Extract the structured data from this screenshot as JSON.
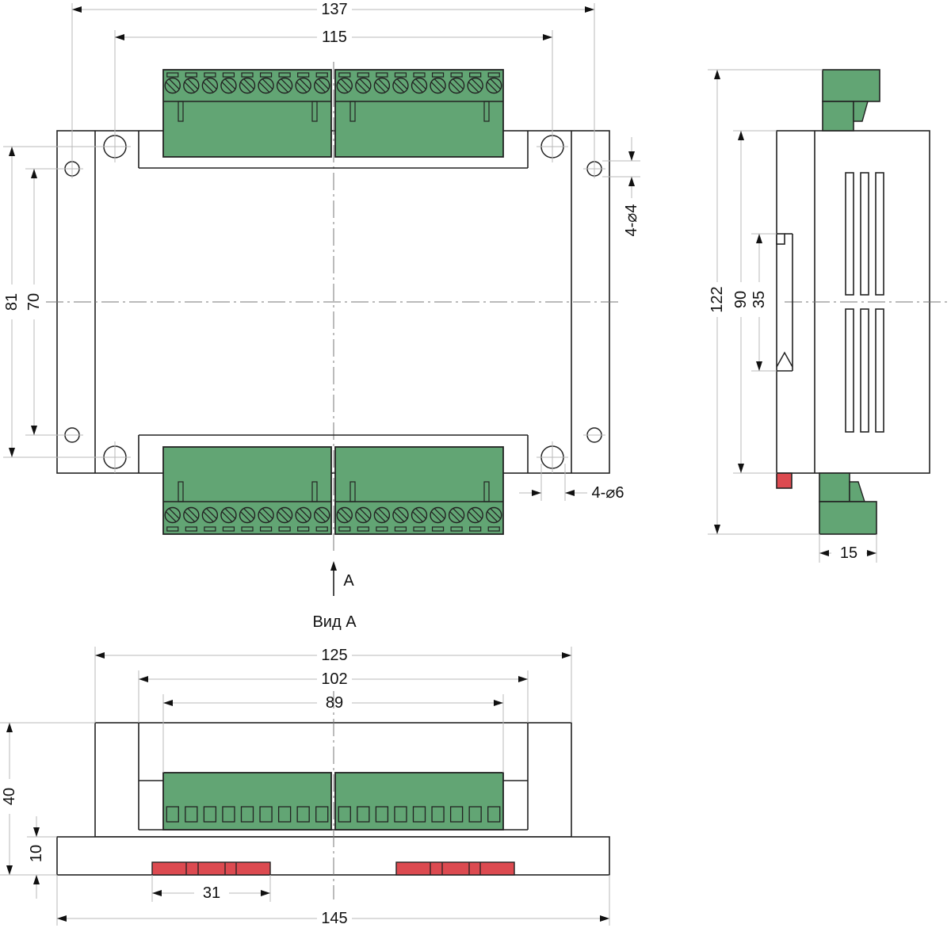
{
  "colors": {
    "terminal": "#62a574",
    "led": "#dc4a50",
    "outline": "#222222",
    "thin": "#b8b8b8"
  },
  "front_view": {
    "dim_overall_holes": "137",
    "dim_inner_holes": "115",
    "dim_height_81": "81",
    "dim_height_70": "70",
    "small_holes": "4-⌀4",
    "large_holes": "4-⌀6",
    "view_arrow_label": "A"
  },
  "side_view": {
    "dim_total_height": "122",
    "dim_body_height": "90",
    "dim_din_rail": "35",
    "dim_terminal_depth": "15"
  },
  "bottom_view": {
    "title": "Вид А",
    "dim_125": "125",
    "dim_102": "102",
    "dim_89": "89",
    "dim_40": "40",
    "dim_10": "10",
    "dim_31": "31",
    "dim_145": "145"
  }
}
